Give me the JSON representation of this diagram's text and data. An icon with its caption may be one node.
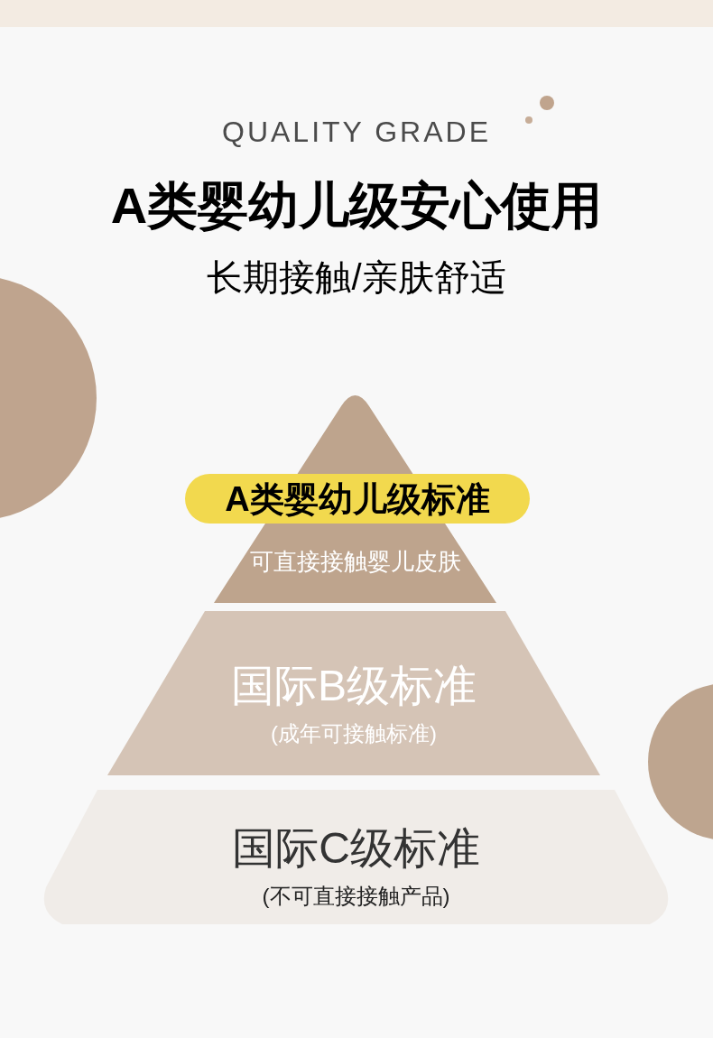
{
  "diagram": {
    "title": "A类婴幼儿级安心使用",
    "nodes": [
      {
        "text": [
          "可直接接触婴儿皮肤"
        ]
      },
      {
        "text": [
          "A类婴幼儿级标准"
        ]
      },
      {
        "text": [
          "国际B级标准",
          "(成年可接触标准)"
        ]
      },
      {
        "text": [
          "国际C级标准",
          "(不可直接接触产品)"
        ]
      }
    ],
    "labels": [
      "QUALITY GRADE",
      "长期接触/亲肤舒适"
    ]
  }
}
